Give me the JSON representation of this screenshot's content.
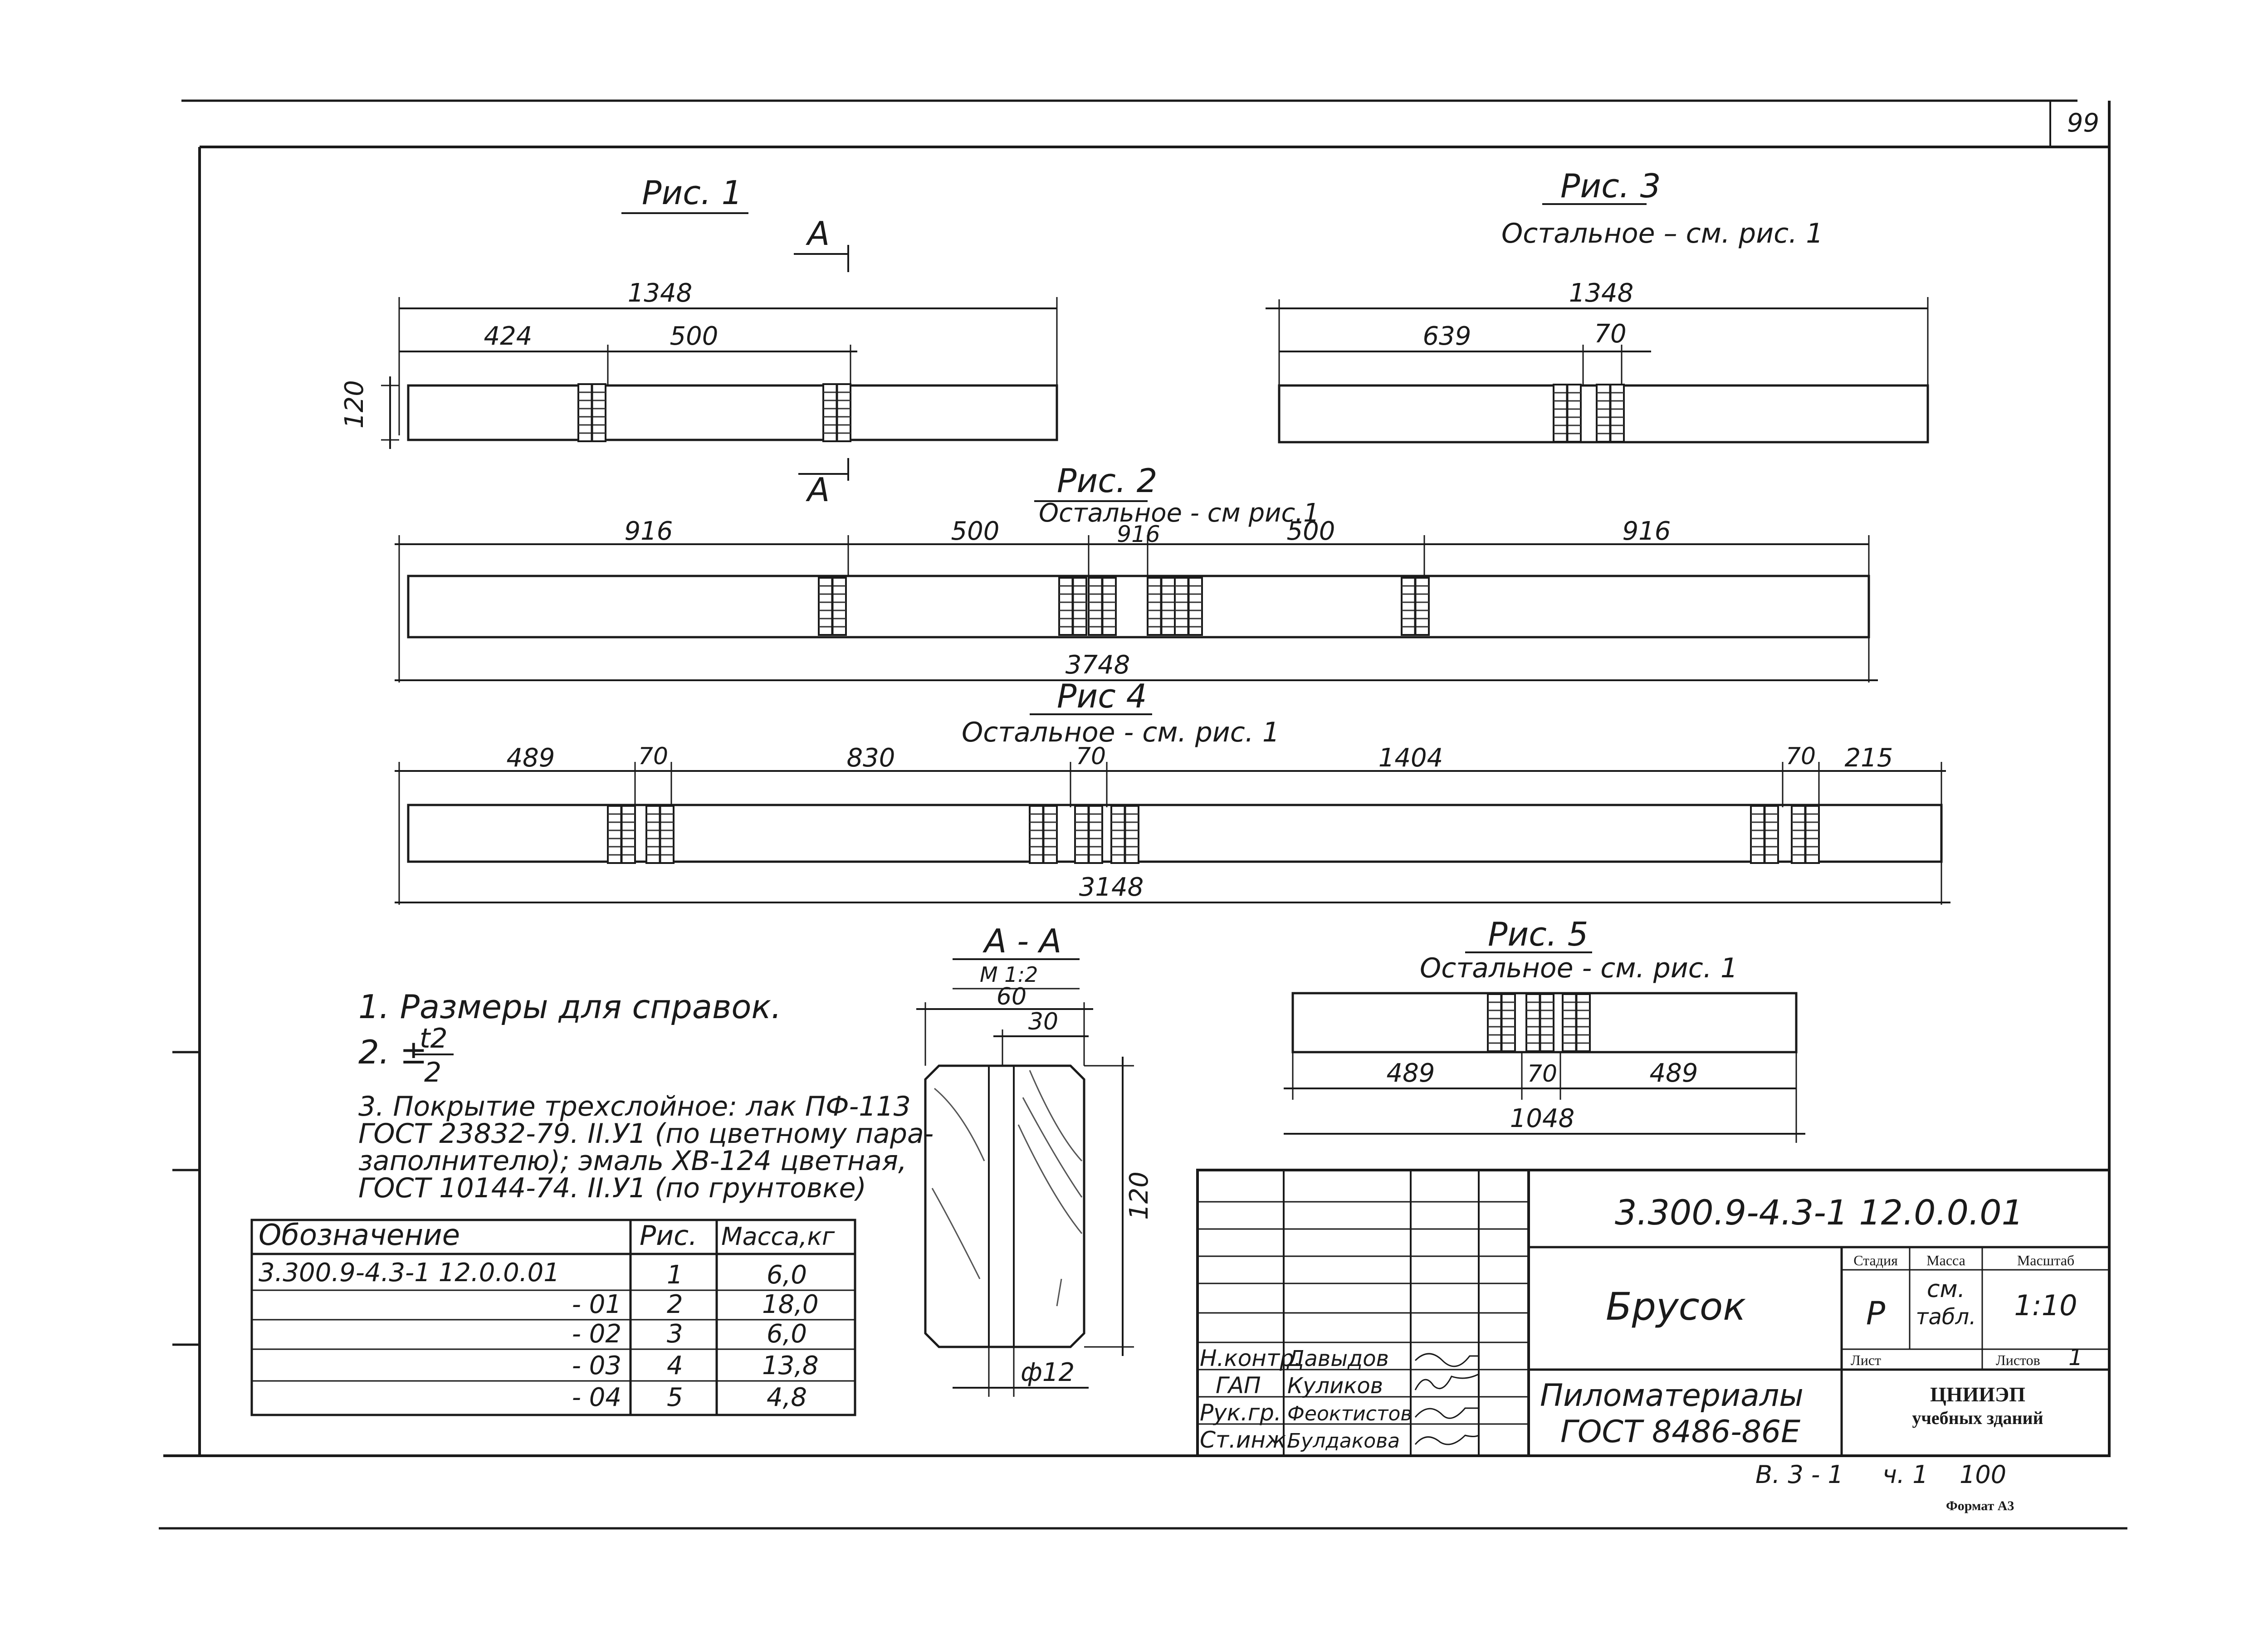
{
  "page_number": "99",
  "fig1": {
    "title": "Рис. 1",
    "section_mark": "А",
    "dims": {
      "overall": "1348",
      "left": "424",
      "middle": "500",
      "height": "120"
    }
  },
  "fig3": {
    "title": "Рис. 3",
    "note": "Остальное – см. рис. 1",
    "dims": {
      "overall": "1348",
      "left": "639",
      "gap": "70"
    }
  },
  "fig2": {
    "title": "Рис. 2",
    "note": "Остальное - см рис.1",
    "dims": {
      "a": "916",
      "b": "500",
      "c": "916",
      "d": "500",
      "e": "916",
      "overall": "3748"
    }
  },
  "fig4": {
    "title": "Рис 4",
    "note": "Остальное - см. рис. 1",
    "dims": {
      "a": "489",
      "b": "70",
      "c": "830",
      "d": "70",
      "e": "1404",
      "f": "70",
      "g": "215",
      "overall": "3148"
    }
  },
  "section_aa": {
    "title": "А - А",
    "scale": "М 1:2",
    "dims": {
      "width": "60",
      "half": "30",
      "height": "120",
      "dowel": "ф12"
    }
  },
  "fig5": {
    "title": "Рис. 5",
    "note": "Остальное - см. рис. 1",
    "dims": {
      "left": "489",
      "gap": "70",
      "right": "489",
      "overall": "1048"
    }
  },
  "notes": {
    "n1": "1. Размеры для справок.",
    "n2_prefix": "2. ±",
    "n2_num": "t2",
    "n2_den": "2",
    "n3_l1": "3. Покрытие трехслойное: лак ПФ-113",
    "n3_l2": "ГОСТ 23832-79. II.У1 (по цветному пара-",
    "n3_l3": "заполнителю); эмаль ХВ-124 цветная,",
    "n3_l4": "ГОСТ 10144-74. II.У1 (по грунтовке)"
  },
  "spec_table": {
    "headers": [
      "Обозначение",
      "Рис.",
      "Масса,кг"
    ],
    "rows": [
      [
        "3.300.9-4.3-1 12.0.0.01",
        "1",
        "6,0"
      ],
      [
        "- 01",
        "2",
        "18,0"
      ],
      [
        "- 02",
        "3",
        "6,0"
      ],
      [
        "- 03",
        "4",
        "13,8"
      ],
      [
        "- 04",
        "5",
        "4,8"
      ]
    ]
  },
  "title_block": {
    "doc_code": "3.300.9-4.3-1 12.0.0.01",
    "part_name": "Брусок",
    "stage_label": "Стадия",
    "mass_label": "Масса",
    "scale_label": "Масштаб",
    "stage": "Р",
    "mass_l1": "см.",
    "mass_l2": "табл.",
    "scale": "1:10",
    "sheet_label": "Лист",
    "sheets_label": "Листов",
    "sheets": "1",
    "material_l1": "Пиломатериалы",
    "material_l2": "ГОСТ 8486-86Е",
    "org_l1": "ЦНИИЭП",
    "org_l2": "учебных зданий",
    "roles": [
      "Н.контр.",
      "ГАП",
      "Рук.гр.",
      "Ст.инж."
    ],
    "names": [
      "Давыдов",
      "Куликов",
      "Феоктистов",
      "Булдакова"
    ]
  },
  "footer": {
    "series": "В. 3 - 1",
    "part": "ч. 1",
    "page": "100",
    "format": "Формат А3"
  }
}
